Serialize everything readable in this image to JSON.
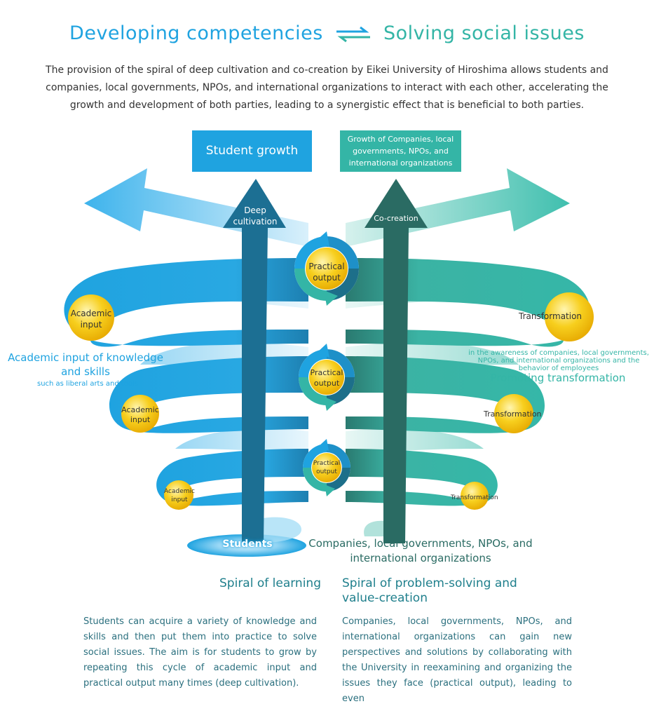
{
  "header": {
    "title_left": "Developing competencies",
    "title_right": "Solving social issues",
    "intro": "The provision of the spiral of deep cultivation and co-creation by Eikei University of Hiroshima allows students and companies, local governments, NPOs, and international organizations to interact with each other, accelerating the growth and development of both parties, leading to a synergistic effect that is beneficial to both parties."
  },
  "diagram": {
    "student_growth": "Student growth",
    "org_growth": "Growth of Companies, local governments, NPOs, and international organizations",
    "deep_cultivation": "Deep cultivation",
    "co_creation": "Co-creation",
    "practical_output": "Practical output",
    "academic_input": "Academic input",
    "transformation": "Transformation",
    "academic_input_title": "Academic input of knowledge and skills",
    "academic_input_sub": "such as liberal arts and tools",
    "transformation_note": "in the awareness of companies, local governments, NPOs, and international organizations and the behavior of employees",
    "promoting_transformation": "Promoting transformation",
    "students": "Students",
    "orgs": "Companies, local governments, NPOs, and international organizations"
  },
  "learning": {
    "title": "Spiral of learning",
    "description": "Students can acquire a variety of knowledge and skills and then put them into practice to solve social issues. The aim is for students to grow by repeating this cycle of academic input and practical output many times (deep cultivation)."
  },
  "problem_solving": {
    "title": "Spiral of problem-solving and value-creation",
    "description": "Companies, local governments, NPOs, and international organizations can gain new perspectives and solutions by collaborating with the University in reexamining and organizing the issues they face (practical output), leading to even"
  },
  "colors": {
    "blue": "#1fa3e0",
    "blue_dark": "#1c6f93",
    "teal": "#34b5a6",
    "teal_dark": "#2a6b63",
    "gold": "#f5c518"
  }
}
